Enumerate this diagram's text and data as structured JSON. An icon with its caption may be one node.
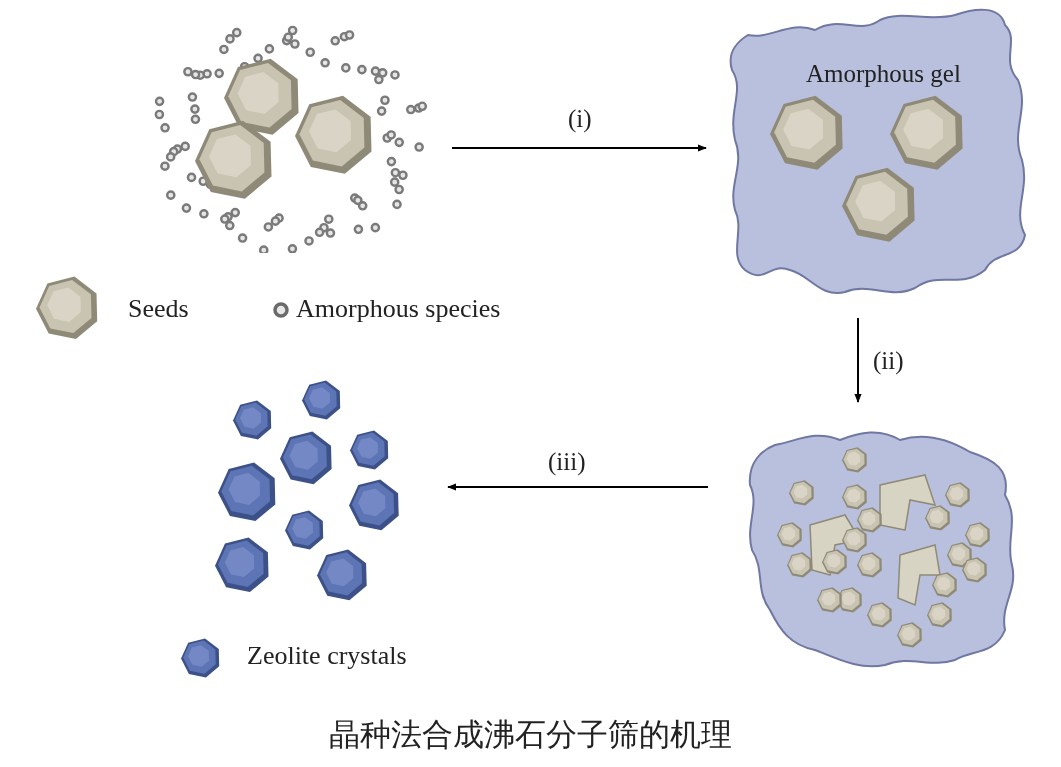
{
  "diagram": {
    "caption": "晶种法合成沸石分子筛的机理",
    "nodes": [
      {
        "text": [],
        "shape": "picture"
      },
      {
        "text": [
          "Amorphous gel"
        ]
      },
      {
        "text": [],
        "shape": "picture"
      },
      {
        "text": [],
        "shape": "picture"
      }
    ],
    "edges": [
      {
        "from": 0,
        "to": 1,
        "arrow": "to",
        "label": "(i)"
      },
      {
        "from": 1,
        "to": 2,
        "arrow": "to",
        "label": "(ii)"
      },
      {
        "from": 2,
        "to": 3,
        "arrow": "to",
        "label": "(iii)"
      }
    ],
    "legend": [
      {
        "text": "Seeds"
      },
      {
        "text": "Amorphous species"
      },
      {
        "text": "Zeolite crystals"
      }
    ]
  }
}
